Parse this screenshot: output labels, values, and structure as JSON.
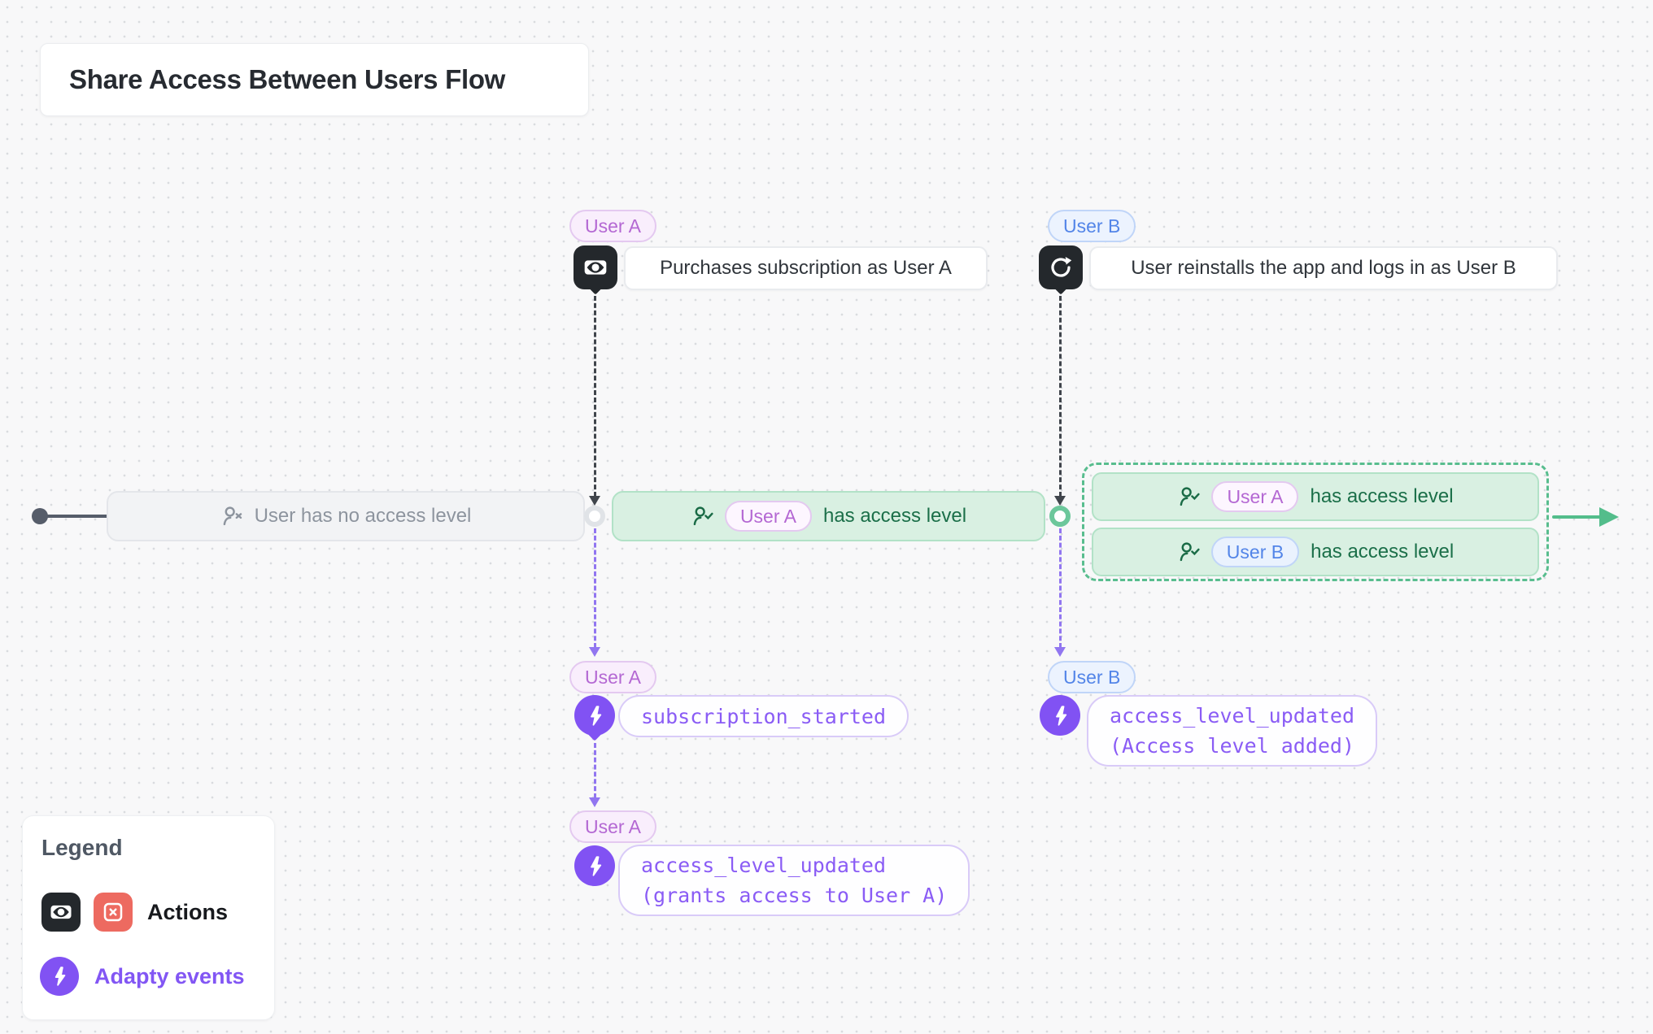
{
  "title": "Share Access Between Users Flow",
  "colors": {
    "background": "#f8f8f9",
    "user_a_accent": "#b468d3",
    "user_b_accent": "#5385e8",
    "event_accent": "#8256f4",
    "success_green": "#1b6f49",
    "green_dashed_border": "#58bd8e",
    "action_red": "#ed6a60",
    "action_black": "#24282c",
    "neutral_gray": "#8d949e"
  },
  "nodes": {
    "purchase": {
      "badge": "User A",
      "icon": "eye-icon",
      "label": "Purchases subscription as User A"
    },
    "reinstall": {
      "badge": "User B",
      "icon": "refresh-icon",
      "label": "User reinstalls the app and logs in as User B"
    },
    "no_access": {
      "icon": "user-x-icon",
      "label": "User has no access level"
    },
    "access_a": {
      "icon": "user-check-icon",
      "badge": "User A",
      "label": "has access level"
    },
    "group_access": [
      {
        "icon": "user-check-icon",
        "badge": "User A",
        "label": "has access level"
      },
      {
        "icon": "user-check-icon",
        "badge": "User B",
        "label": "has access level"
      }
    ],
    "event_subscription": {
      "badge": "User A",
      "icon": "lightning-icon",
      "lines": [
        "subscription_started"
      ]
    },
    "event_grants": {
      "badge": "User A",
      "icon": "lightning-icon",
      "lines": [
        "access_level_updated",
        "(grants access to User A)"
      ]
    },
    "event_added": {
      "badge": "User B",
      "icon": "lightning-icon",
      "lines": [
        "access_level_updated",
        "(Access level added)"
      ]
    }
  },
  "legend": {
    "title": "Legend",
    "items": [
      {
        "icons": [
          "eye-icon",
          "x-square-icon"
        ],
        "label": "Actions"
      },
      {
        "icons": [
          "lightning-icon"
        ],
        "label": "Adapty events"
      }
    ]
  }
}
